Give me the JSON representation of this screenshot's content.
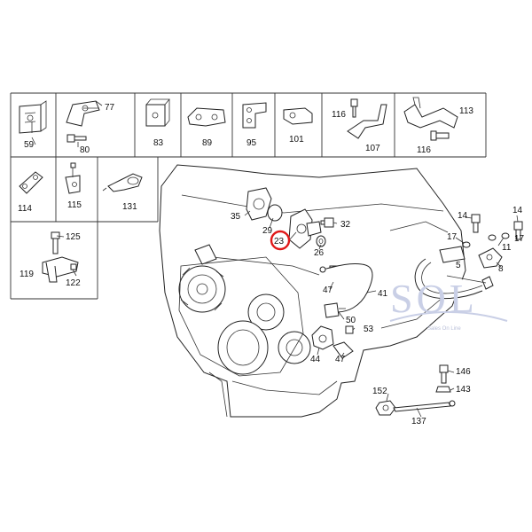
{
  "parts": {
    "p59": "59",
    "p77": "77",
    "p80": "80",
    "p83": "83",
    "p89": "89",
    "p95": "95",
    "p101": "101",
    "p116a": "116",
    "p107": "107",
    "p113": "113",
    "p116b": "116",
    "p114": "114",
    "p115": "115",
    "p131": "131",
    "p125": "125",
    "p119": "119",
    "p122": "122",
    "p35": "35",
    "p29": "29",
    "p23": "23",
    "p32": "32",
    "p26": "26",
    "p14a": "14",
    "p14b": "14",
    "p17a": "17",
    "p17b": "17",
    "p11": "11",
    "p5": "5",
    "p8": "8",
    "p47a": "47",
    "p41": "41",
    "p50": "50",
    "p53": "53",
    "p44": "44",
    "p47b": "47",
    "p146": "146",
    "p143": "143",
    "p152": "152",
    "p137": "137"
  },
  "highlight": {
    "part": "23",
    "color": "#e01818"
  },
  "watermark": {
    "logo": "SOL",
    "tagline": "Sales On Line",
    "color": "#c9cfe6"
  }
}
